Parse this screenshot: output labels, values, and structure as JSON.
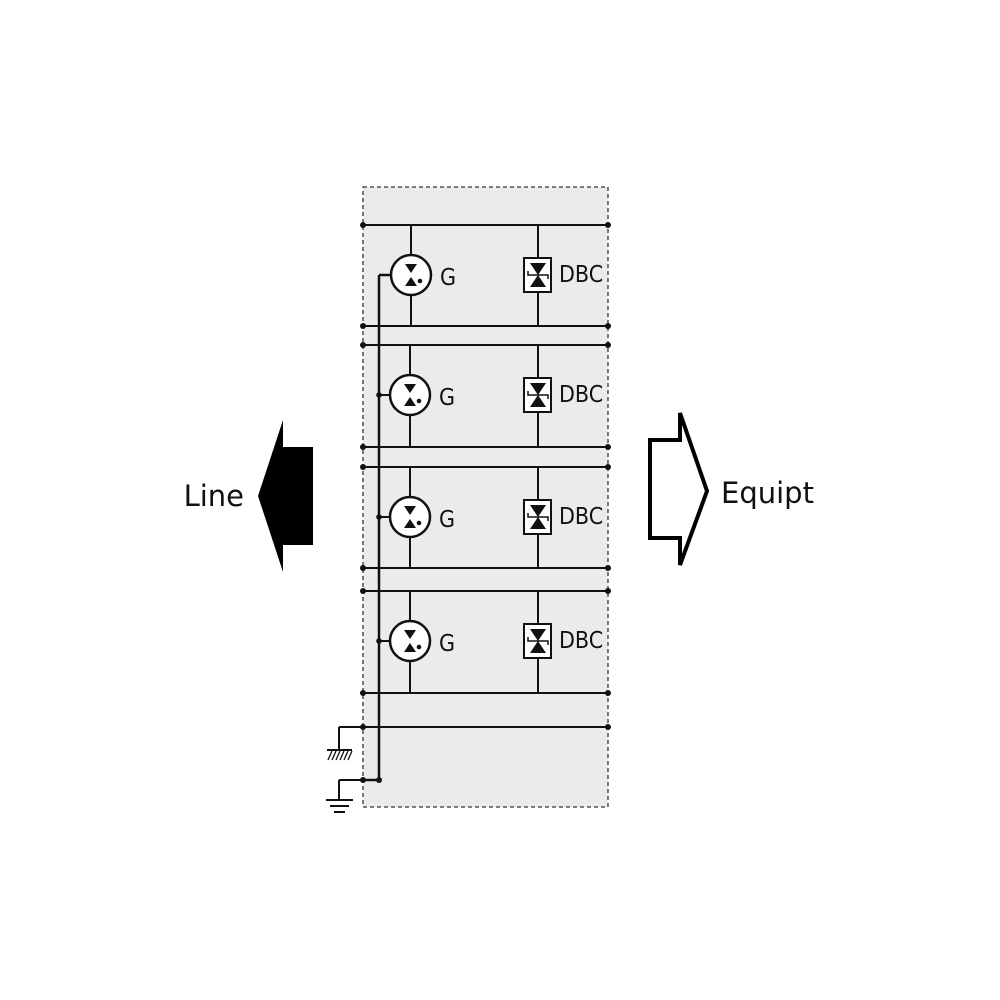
{
  "labels": {
    "left_arrow": "Line",
    "right_arrow": "Equipt"
  },
  "stages": [
    {
      "tube_label": "G",
      "diode_label": "DBC"
    },
    {
      "tube_label": "G",
      "diode_label": "DBC"
    },
    {
      "tube_label": "G",
      "diode_label": "DBC"
    },
    {
      "tube_label": "G",
      "diode_label": "DBC"
    }
  ],
  "colors": {
    "enclosure_fill": "#ebebeb",
    "line": "#111111",
    "background": "#ffffff"
  },
  "icons": {
    "left_arrow": "solid-arrow-left-icon",
    "right_arrow": "outline-arrow-right-icon",
    "chassis_ground": "chassis-ground-icon",
    "earth_ground": "earth-ground-icon",
    "gas_tube": "gas-discharge-tube-icon",
    "diode": "bidirectional-diode-icon"
  }
}
